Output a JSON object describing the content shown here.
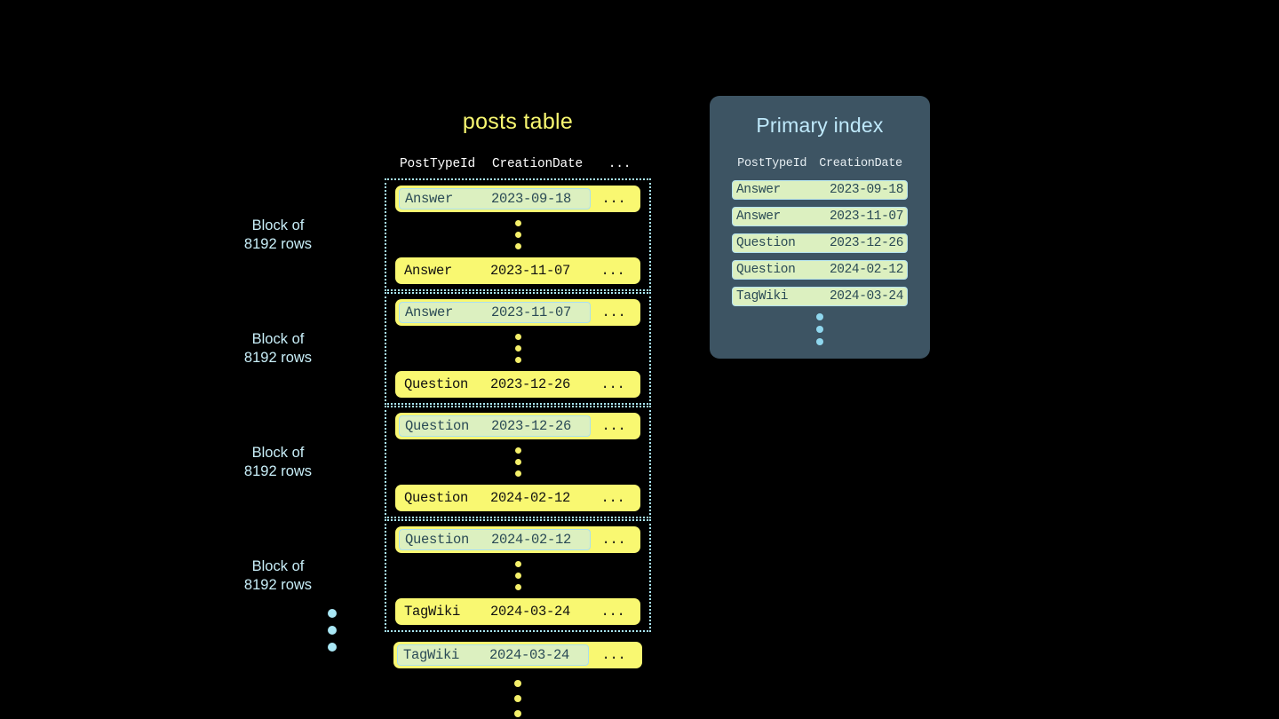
{
  "posts_table": {
    "title": "posts table",
    "columns": {
      "post_type_id": "PostTypeId",
      "creation_date": "CreationDate",
      "more": "..."
    },
    "block_label": "Block of\n8192 rows",
    "blocks": [
      {
        "label": "Block of\n8192 rows",
        "first_row": {
          "type": "Answer",
          "date": "2023-09-18",
          "more": "...",
          "key": true
        },
        "last_row": {
          "type": "Answer",
          "date": "2023-11-07",
          "more": "...",
          "key": false
        }
      },
      {
        "label": "Block of\n8192 rows",
        "first_row": {
          "type": "Answer",
          "date": "2023-11-07",
          "more": "...",
          "key": true
        },
        "last_row": {
          "type": "Question",
          "date": "2023-12-26",
          "more": "...",
          "key": false
        }
      },
      {
        "label": "Block of\n8192 rows",
        "first_row": {
          "type": "Question",
          "date": "2023-12-26",
          "more": "...",
          "key": true
        },
        "last_row": {
          "type": "Question",
          "date": "2024-02-12",
          "more": "...",
          "key": false
        }
      },
      {
        "label": "Block of\n8192 rows",
        "first_row": {
          "type": "Question",
          "date": "2024-02-12",
          "more": "...",
          "key": true
        },
        "last_row": {
          "type": "TagWiki",
          "date": "2024-03-24",
          "more": "...",
          "key": false
        }
      }
    ],
    "trailing_row": {
      "type": "TagWiki",
      "date": "2024-03-24",
      "more": "...",
      "key": true
    }
  },
  "primary_index": {
    "title": "Primary index",
    "columns": {
      "post_type_id": "PostTypeId",
      "creation_date": "CreationDate"
    },
    "rows": [
      {
        "type": "Answer",
        "date": "2023-09-18"
      },
      {
        "type": "Answer",
        "date": "2023-11-07"
      },
      {
        "type": "Question",
        "date": "2023-12-26"
      },
      {
        "type": "Question",
        "date": "2024-02-12"
      },
      {
        "type": "TagWiki",
        "date": "2024-03-24"
      }
    ]
  },
  "colors": {
    "background": "#000000",
    "row_yellow": "#f9f871",
    "key_chip_green": "#dcf0c0",
    "key_chip_border": "#a9dff0",
    "accent_blue": "#a9e7f5",
    "panel_slate": "#3d5463",
    "title_yellow": "#f9f871",
    "index_title_blue": "#bfe9fb"
  }
}
